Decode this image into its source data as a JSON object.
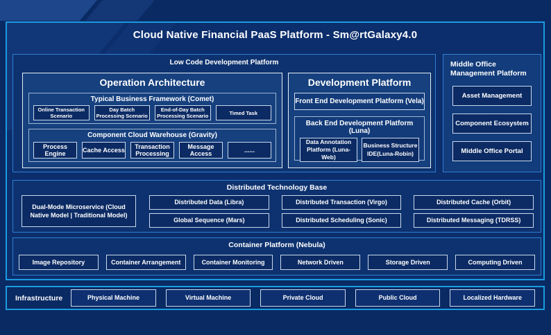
{
  "title": "Cloud Native Financial PaaS Platform - Sm@rtGalaxy4.0",
  "low_code": {
    "label": "Low Code Development Platform",
    "operation_architecture": {
      "title": "Operation Architecture",
      "typical_business": {
        "title": "Typical Business Framework (Comet)",
        "items": [
          "Online Transaction Scenario",
          "Day Batch Processing Scenario",
          "End-of-Day Batch Processing Scenario",
          "Timed Task"
        ]
      },
      "component_cloud": {
        "title": "Component Cloud Warehouse (Gravity)",
        "items": [
          "Process Engine",
          "Cache Access",
          "Transaction Processing",
          "Message Access",
          "......"
        ]
      }
    },
    "development_platform": {
      "title": "Development Platform",
      "front_end": "Front End Development Platform (Vela)",
      "back_end": {
        "title": "Back End Development Platform (Luna)",
        "items": [
          "Data Annotation Platform (Luna-Web)",
          "Business Structure IDE(Luna-Robin)"
        ]
      }
    }
  },
  "middle_office": {
    "title": "Middle Office Management Platform",
    "items": [
      "Asset Management",
      "Component Ecosystem",
      "Middle Office Portal"
    ]
  },
  "distributed_technology_base": {
    "title": "Distributed Technology Base",
    "dual_mode": "Dual-Mode Microservice (Cloud Native Model | Traditional Model)",
    "items": [
      "Distributed Data (Libra)",
      "Distributed Transaction (Virgo)",
      "Distributed Cache (Orbit)",
      "Global Sequence (Mars)",
      "Distributed Scheduling (Sonic)",
      "Distributed Messaging (TDRSS)"
    ]
  },
  "container_platform": {
    "title": "Container Platform (Nebula)",
    "items": [
      "Image Repository",
      "Container Arrangement",
      "Container Monitoring",
      "Network Driven",
      "Storage Driven",
      "Computing Driven"
    ]
  },
  "infrastructure": {
    "title": "Infrastructure",
    "items": [
      "Physical Machine",
      "Virtual Machine",
      "Private Cloud",
      "Public Cloud",
      "Localized Hardware"
    ]
  },
  "colors": {
    "accent": "#1B9BDF",
    "section-border": "#2E7FD2",
    "page-bg": "#0A2A64",
    "container-bg": "#0C2E6C",
    "section-bg": "#0E326F",
    "panel-bg": "#16407E",
    "panel-border": "#E9EFF7",
    "group-border": "#9FB6D4",
    "subpanel-bg": "#133B79",
    "middle-bg": "#123C7B",
    "leaf-bg": "#0C2B64",
    "leaf-border": "#CBD9EC",
    "infra-leaf-bg": "#0E3070",
    "text": "#FFFFFF"
  }
}
